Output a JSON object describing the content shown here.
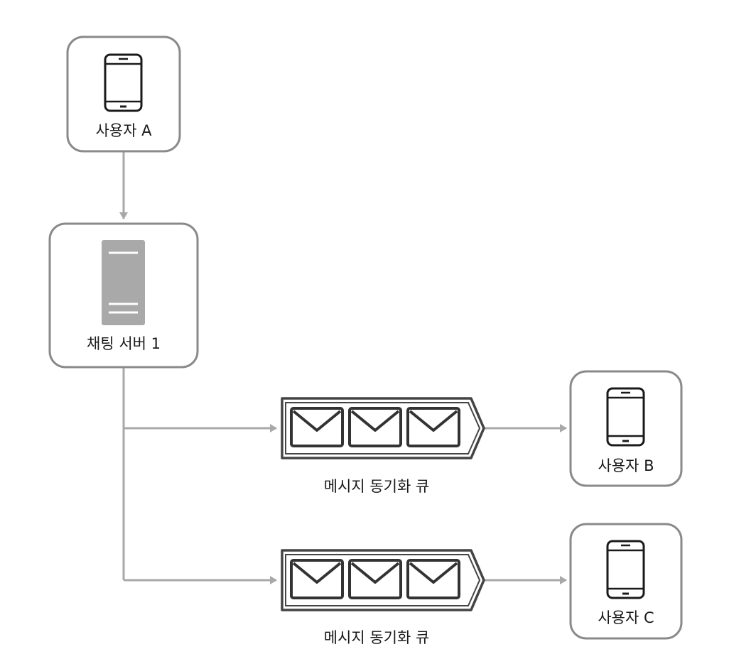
{
  "nodes": {
    "user_a": {
      "label": "사용자 A"
    },
    "chat_server": {
      "label": "채팅 서버 1"
    },
    "user_b": {
      "label": "사용자 B"
    },
    "user_c": {
      "label": "사용자 C"
    }
  },
  "queues": [
    {
      "label": "메시지 동기화 큐"
    },
    {
      "label": "메시지 동기화 큐"
    }
  ],
  "colors": {
    "box_border": "#8a8a8a",
    "arrow": "#a8a8a8",
    "server_fill": "#a9a9a9",
    "icon_stroke": "#1a1a1a",
    "queue_border": "#444444"
  }
}
